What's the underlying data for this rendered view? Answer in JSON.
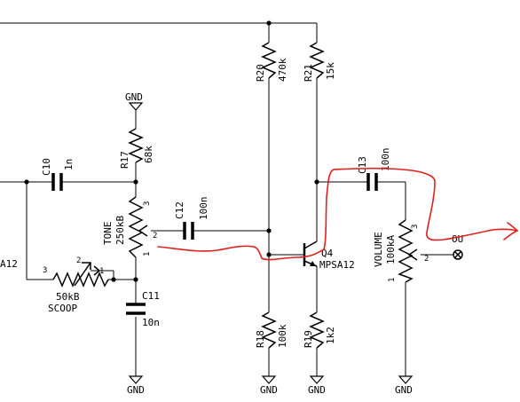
{
  "labels": {
    "gnd": "GND",
    "r17": {
      "ref": "R17",
      "value": "68k"
    },
    "r20": {
      "ref": "R20",
      "value": "470k"
    },
    "r21": {
      "ref": "R21",
      "value": "15k"
    },
    "r18": {
      "ref": "R18",
      "value": "100k"
    },
    "r19": {
      "ref": "R19",
      "value": "1k2"
    },
    "c10": {
      "ref": "C10",
      "value": "1n"
    },
    "c11": {
      "ref": "C11",
      "value": "10n"
    },
    "c12": {
      "ref": "C12",
      "value": "100n"
    },
    "c13": {
      "ref": "C13",
      "value": "100n"
    },
    "tone": {
      "name": "TONE",
      "value": "250kB"
    },
    "volume": {
      "name": "VOLUME",
      "value": "100kA"
    },
    "scoop": {
      "value": "50kB",
      "name": "SCOOP"
    },
    "q4": {
      "ref": "Q4",
      "part": "MPSA12"
    },
    "out": "OU",
    "partial_a12": "A12",
    "pins": {
      "p1": "1",
      "p2": "2",
      "p3": "3"
    }
  },
  "colors": {
    "wire": "#000000",
    "annotation": "#e0201c",
    "background": "#ffffff"
  }
}
